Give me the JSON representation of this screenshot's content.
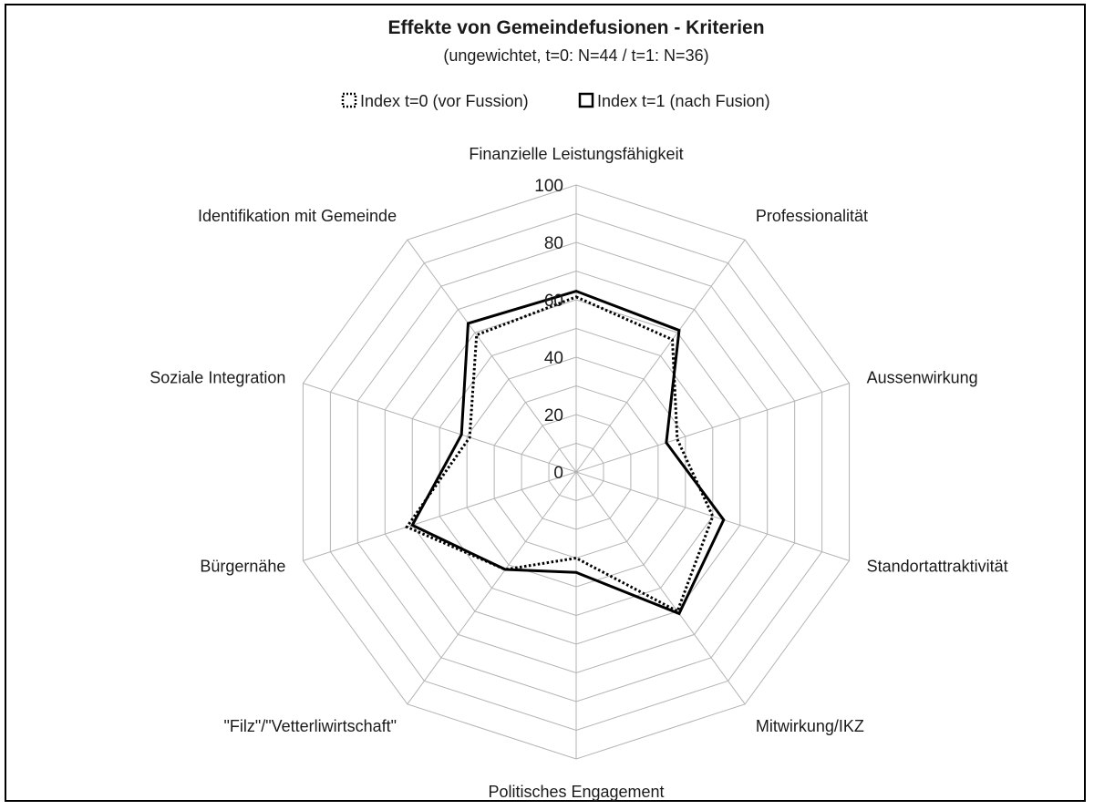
{
  "chart_data": {
    "type": "radar",
    "title": "Effekte von Gemeindefusionen - Kriterien",
    "subtitle": "(ungewichtet, t=0: N=44 / t=1: N=36)",
    "categories": [
      "Finanzielle Leistungsfähigkeit",
      "Professionalität",
      "Aussenwirkung",
      "Standortattraktivität",
      "Mitwirkung/IKZ",
      "Politisches Engagement",
      "\"Filz\"/\"Vetterliwirtschaft\"",
      "Bürgernähe",
      "Soziale Integration",
      "Identifikation mit Gemeinde"
    ],
    "rlim": [
      0,
      100
    ],
    "ticks": [
      "0",
      "20",
      "40",
      "60",
      "80",
      "100"
    ],
    "series": [
      {
        "name": "Index t=0 (vor Fussion)",
        "style": "dotted",
        "color": "#000000",
        "values": [
          61,
          57,
          37,
          50,
          60,
          30,
          42,
          62,
          39,
          59
        ]
      },
      {
        "name": "Index t=1 (nach Fusion)",
        "style": "solid",
        "color": "#000000",
        "values": [
          63,
          61,
          33,
          54,
          61,
          35,
          42,
          60,
          42,
          64
        ]
      }
    ],
    "grid": true,
    "legend_position": "top"
  }
}
